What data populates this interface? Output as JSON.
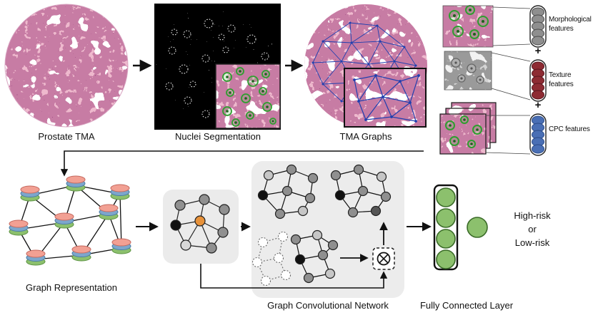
{
  "pipeline": {
    "stage1_label": "Prostate TMA",
    "stage2_label": "Nuclei Segmentation",
    "stage3_label": "TMA Graphs"
  },
  "features": {
    "morphological_label": "Morphological features",
    "plus_top": "+",
    "texture_label": "Texture features",
    "plus_bottom": "+",
    "cpc_label": "CPC features"
  },
  "bottom": {
    "graph_representation_label": "Graph Representation",
    "gcn_label": "Graph Convolutional Network",
    "fc_label": "Fully Connected Layer",
    "output_line1": "High-risk",
    "output_line2": "or",
    "output_line3": "Low-risk"
  },
  "icons": {
    "multiply_icon": "⊗"
  },
  "colors": {
    "he_pink": "#eeb9cd",
    "he_dark_pink": "#c77ba4",
    "segmentation_bg": "#000000",
    "graph_edge_blue": "#1f3faf",
    "morphological_gray": "#8f8f8f",
    "texture_dark_red": "#8e2b33",
    "cpc_blue": "#4a6fb5",
    "node_salmon": "#f2a093",
    "node_blue": "#7ca6cc",
    "node_green": "#8cc06d",
    "highlight_orange": "#e8923a",
    "gcn_box_gray": "#ececec"
  }
}
